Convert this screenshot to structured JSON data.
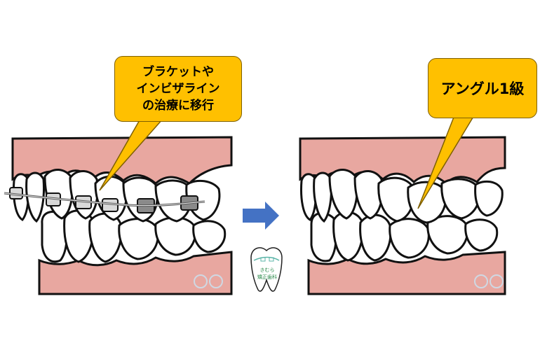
{
  "left_callout": {
    "lines": [
      "ブラケットや",
      "インビザライン",
      "の治療に移行"
    ]
  },
  "right_callout": {
    "text": "アングル1級"
  },
  "logo": {
    "line1": "きむら",
    "line2": "矯正歯科"
  },
  "colors": {
    "gum": "#e8a7a0",
    "gum_edge": "#111111",
    "callout_fill": "#ffc000",
    "arrow": "#4472c4",
    "bracket_dark": "#8a8a8a",
    "bracket_light": "#d9d9d9"
  }
}
